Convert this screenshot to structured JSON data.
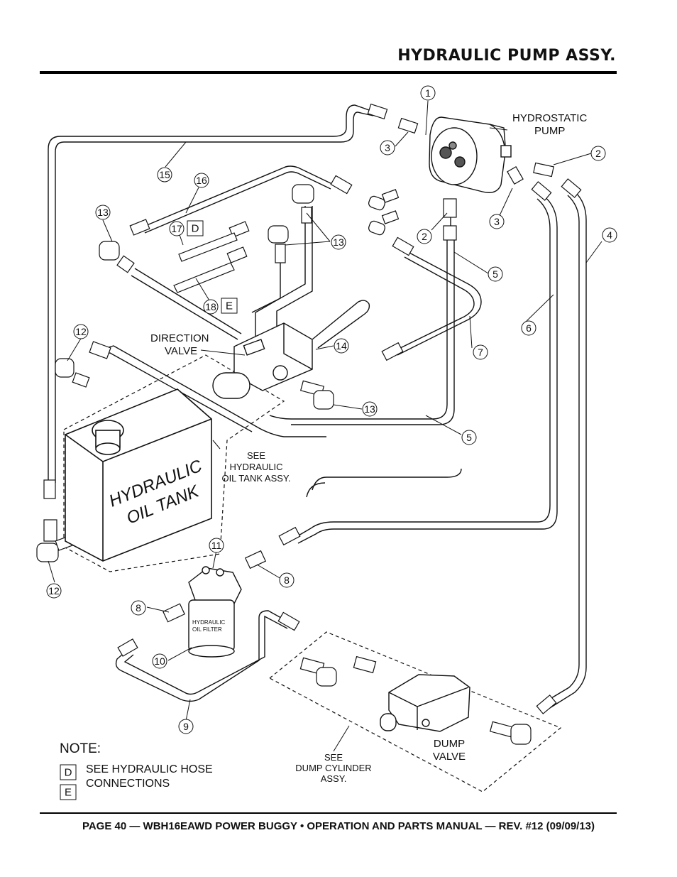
{
  "header": {
    "title": "HYDRAULIC PUMP ASSY."
  },
  "footer": {
    "text": "PAGE 40 — WBH16EAWD POWER BUGGY • OPERATION AND PARTS MANUAL — REV. #12 (09/09/13)"
  },
  "diagram": {
    "labels": {
      "hydrostatic_1": "HYDROSTATIC",
      "hydrostatic_2": "PUMP",
      "direction_1": "DIRECTION",
      "direction_2": "VALVE",
      "see_tank_1": "SEE",
      "see_tank_2": "HYDRAULIC",
      "see_tank_3": "OIL TANK ASSY.",
      "tank_1": "HYDRAULIC",
      "tank_2": "OIL TANK",
      "filter_1": "HYDRAULIC",
      "filter_2": "OIL FILTER",
      "see_dump_1": "SEE",
      "see_dump_2": "DUMP CYLINDER",
      "see_dump_3": "ASSY.",
      "dump_1": "DUMP",
      "dump_2": "VALVE"
    },
    "callouts": {
      "c1": "1",
      "c2a": "2",
      "c2b": "2",
      "c3a": "3",
      "c3b": "3",
      "c4": "4",
      "c5a": "5",
      "c5b": "5",
      "c6": "6",
      "c7": "7",
      "c8a": "8",
      "c8b": "8",
      "c9": "9",
      "c10": "10",
      "c11": "11",
      "c12a": "12",
      "c12b": "12",
      "c13a": "13",
      "c13b": "13",
      "c13c": "13",
      "c14": "14",
      "c15": "15",
      "c16": "16",
      "c17": "17",
      "c18": "18"
    },
    "boxed": {
      "d": "D",
      "e": "E"
    }
  },
  "note": {
    "title": "NOTE:",
    "items": [
      {
        "key": "D",
        "text": "SEE HYDRAULIC HOSE"
      },
      {
        "key": "E",
        "text": "CONNECTIONS"
      }
    ]
  }
}
